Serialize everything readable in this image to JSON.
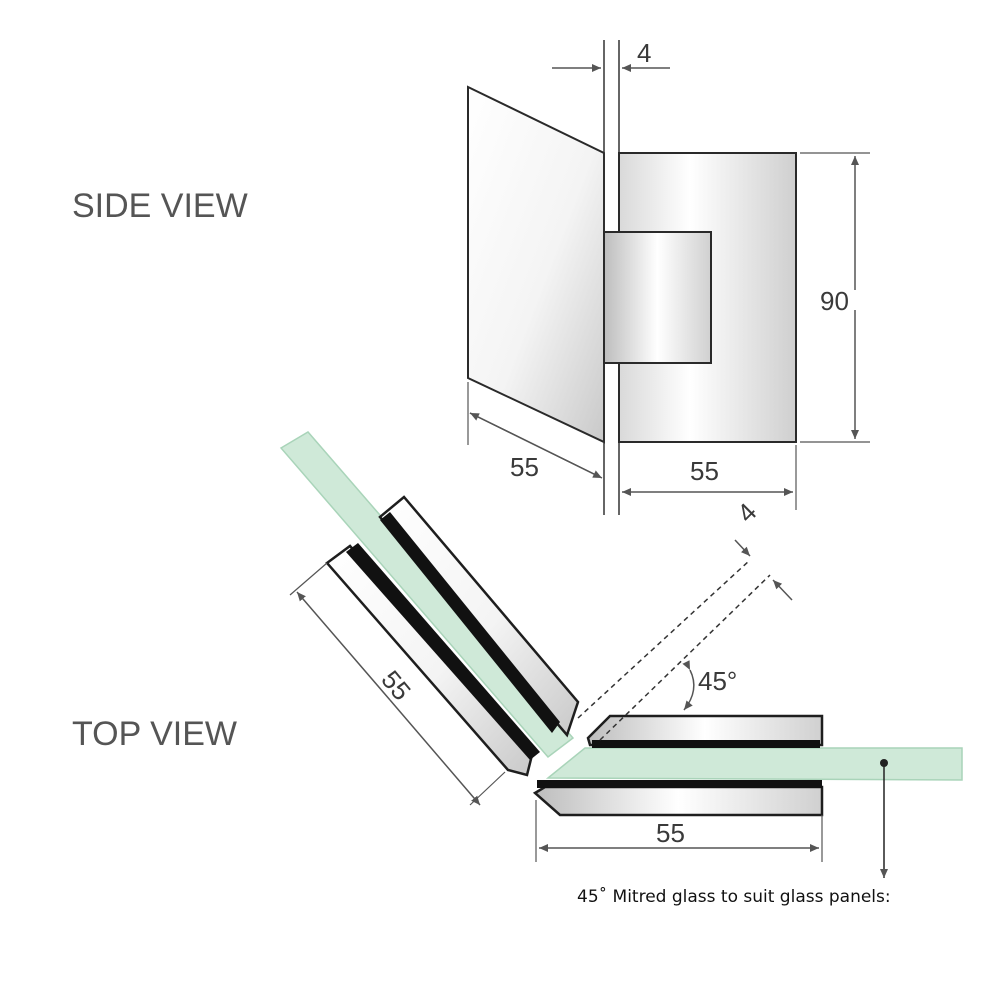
{
  "views": {
    "side": "SIDE VIEW",
    "top": "TOP VIEW"
  },
  "side_view": {
    "gap_dim": "4",
    "height_dim": "90",
    "left_depth_dim": "55",
    "right_depth_dim": "55"
  },
  "top_view": {
    "gap_dim": "4",
    "angle_dim": "45°",
    "left_clamp_dim": "55",
    "right_clamp_dim": "55",
    "note": "45˚ Mitred glass to suit glass panels:"
  },
  "colors": {
    "glass": "#cfe9d8",
    "glass_edge": "#9fcdb0",
    "metal_outline": "#222222",
    "dimension_line": "#555555"
  }
}
